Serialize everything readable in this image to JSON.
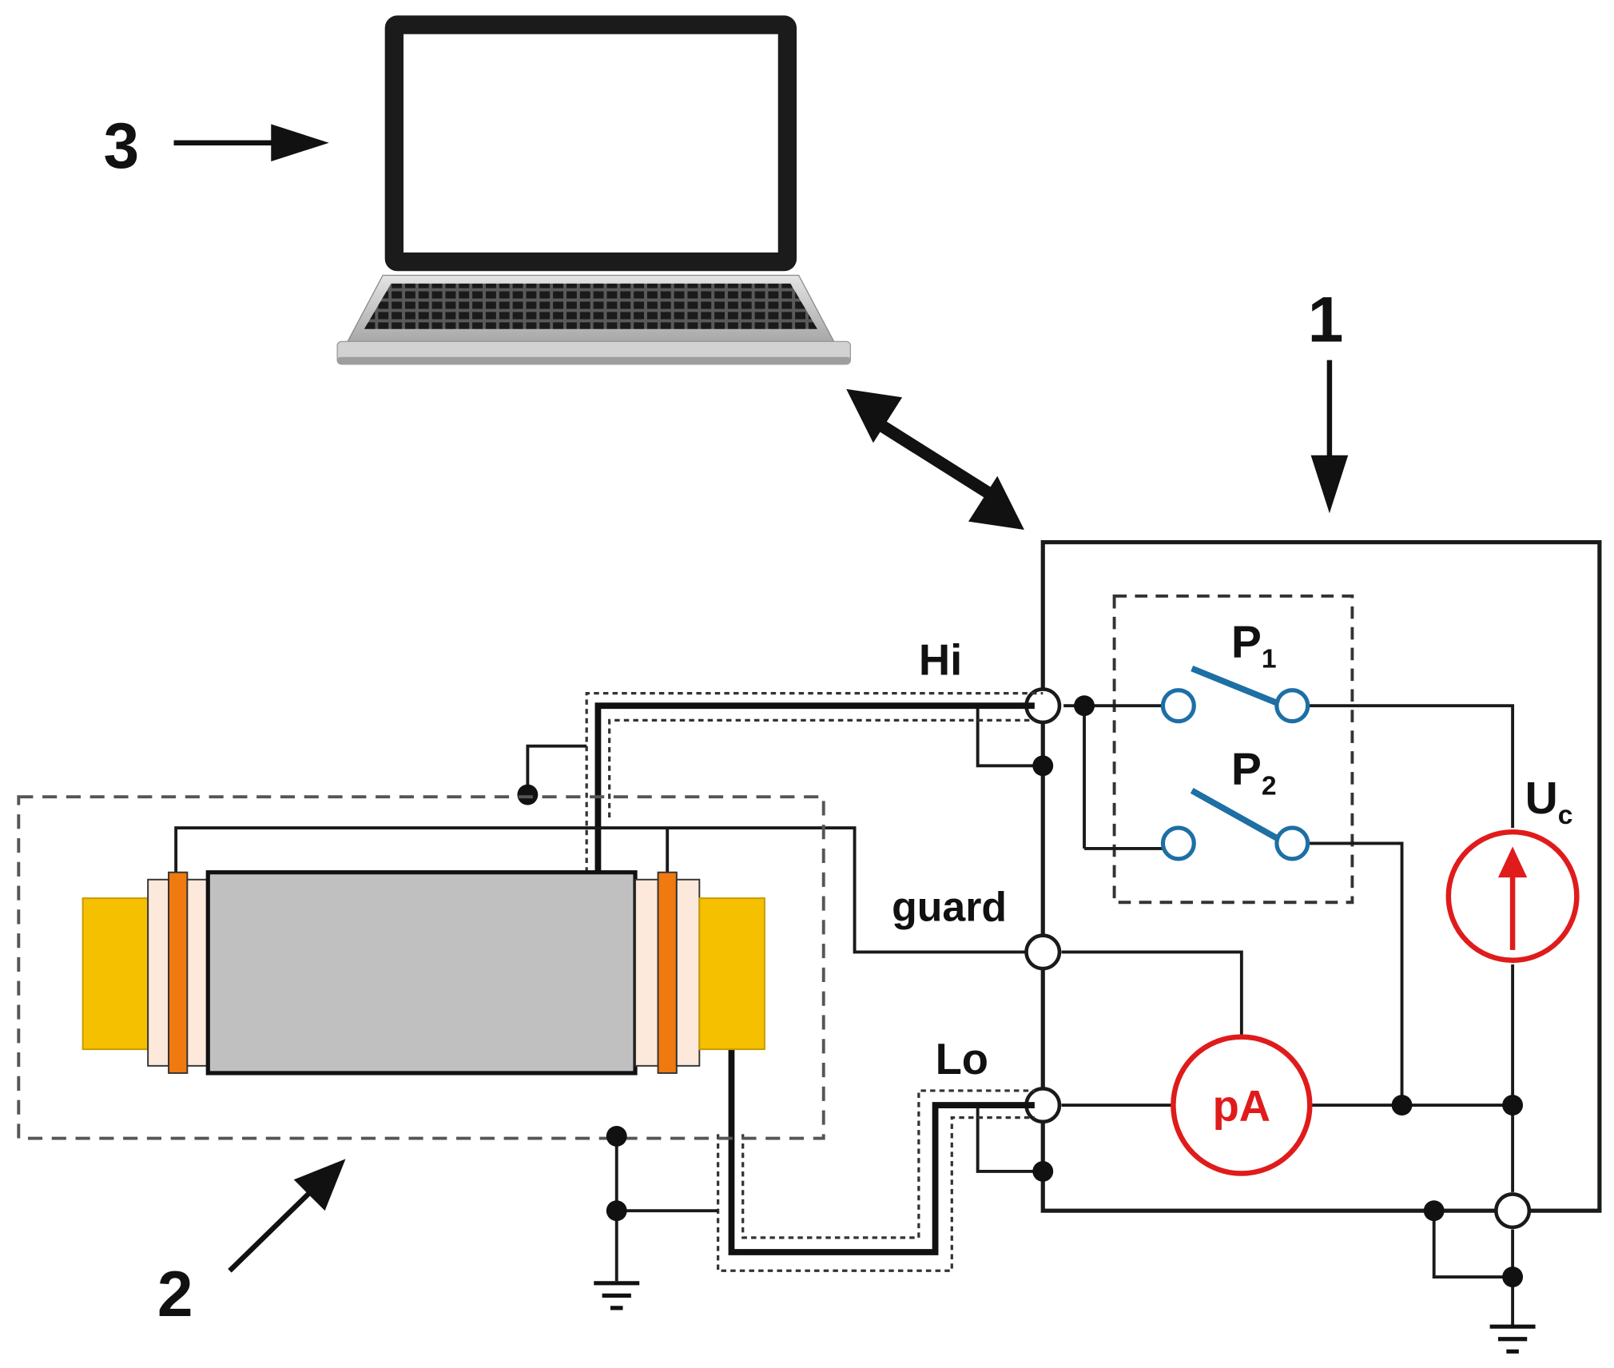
{
  "labels": {
    "computer_callout": "3",
    "meter_callout": "1",
    "sample_callout": "2",
    "hi_terminal": "Hi",
    "guard_terminal": "guard",
    "lo_terminal": "Lo",
    "switch_1_letter": "P",
    "switch_1_sub": "1",
    "switch_2_letter": "P",
    "switch_2_sub": "2",
    "voltage_source_letter": "U",
    "voltage_source_sub": "c",
    "ammeter": "pA"
  },
  "colors": {
    "wire": "#1a1a1a",
    "instrument": "#e01b1b",
    "switch_blade": "#1d6fa5",
    "electrode_yellow": "#f5c000",
    "electrode_orange": "#f07a10",
    "insulator_cream": "#fde9dc",
    "sample_body": "#c0c0c0",
    "dashed_box": "#555555"
  },
  "icons": [
    "laptop-icon",
    "double-arrow-icon",
    "ground-icon",
    "switch-icon",
    "ammeter-icon",
    "voltage-source-icon"
  ]
}
